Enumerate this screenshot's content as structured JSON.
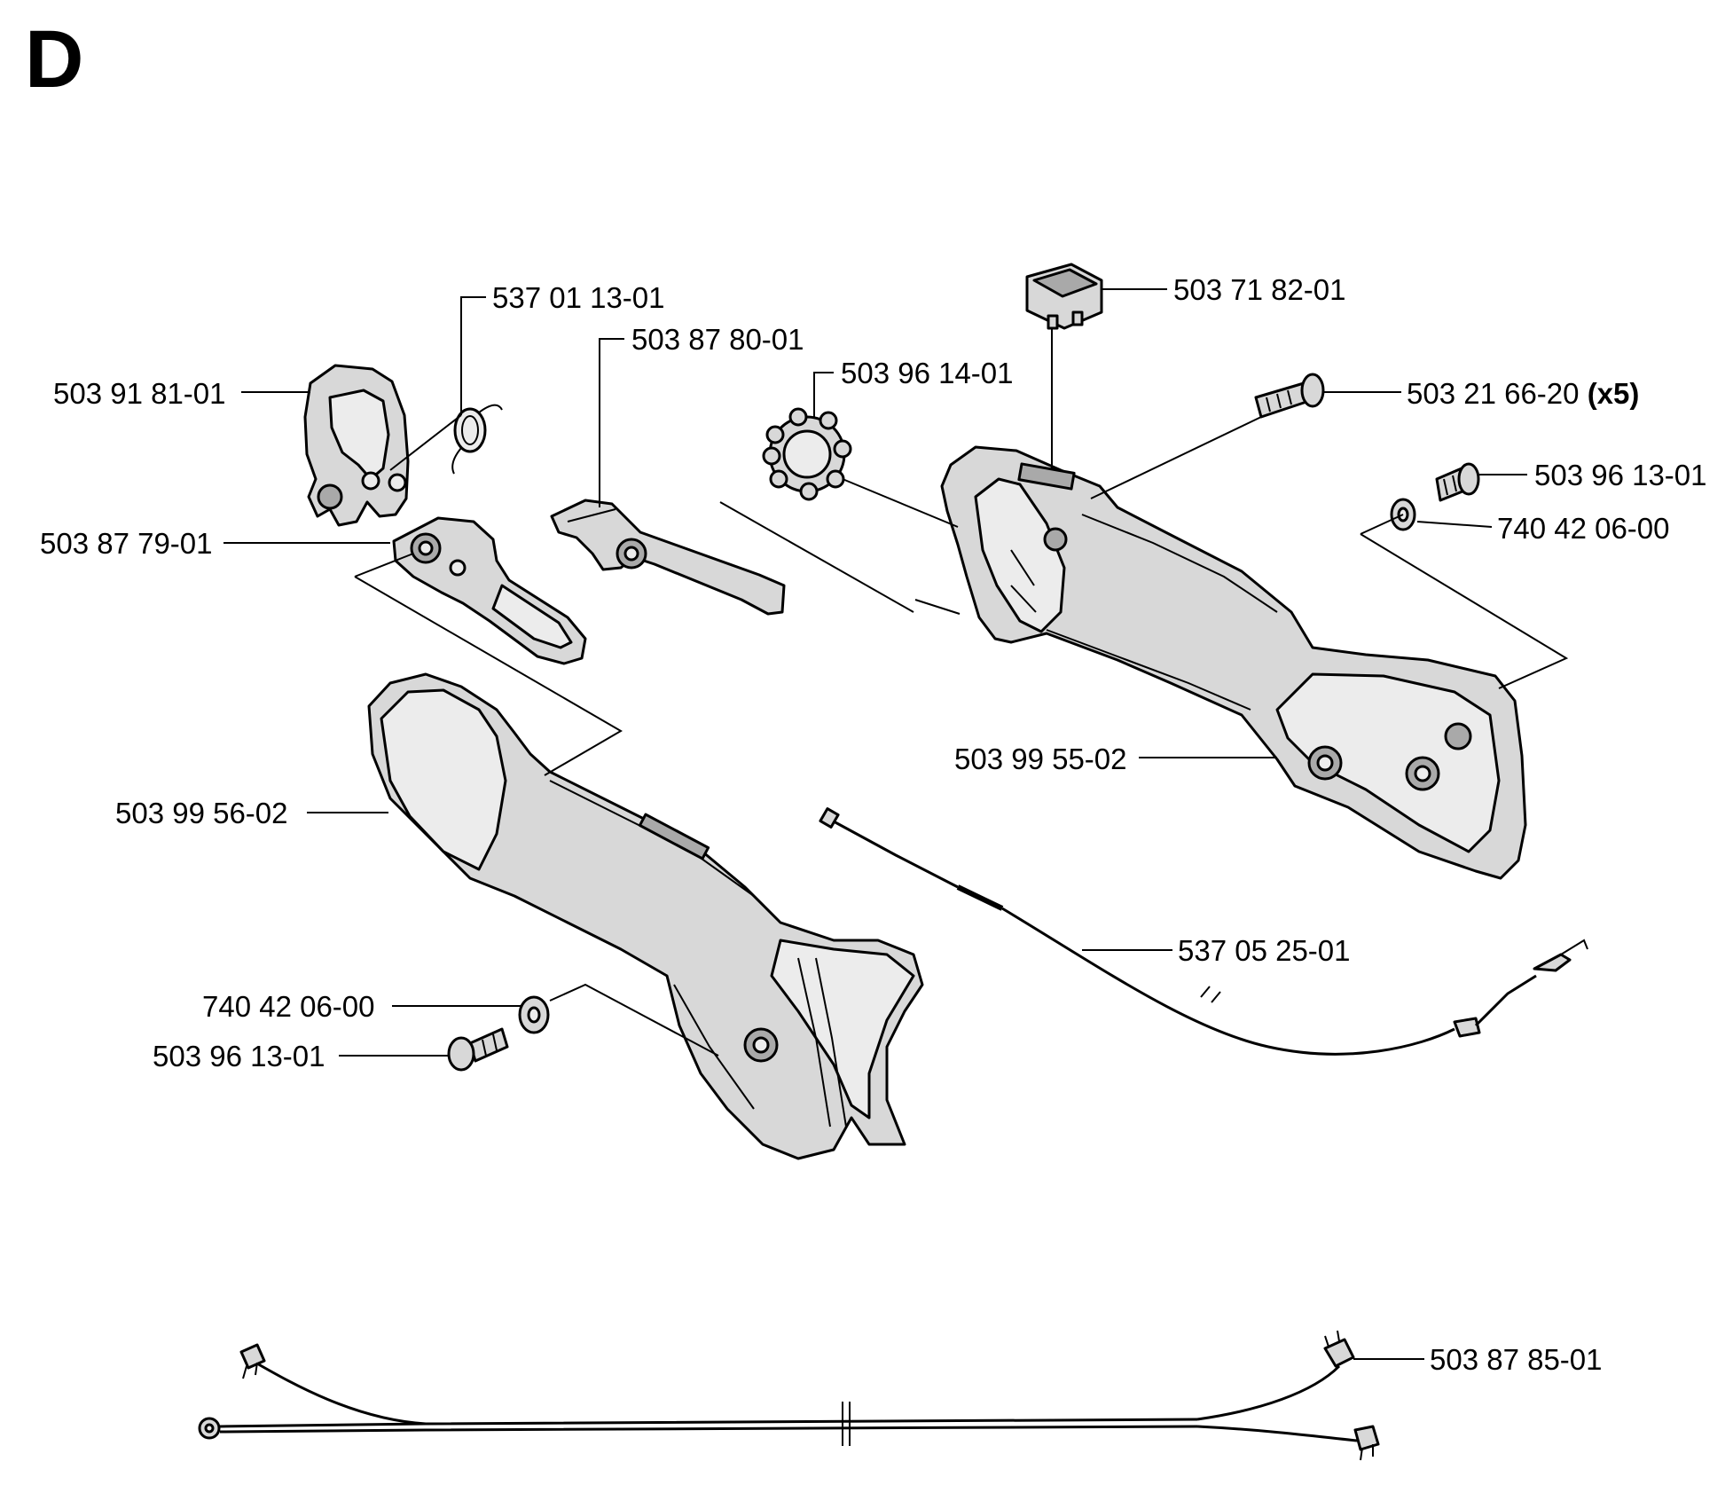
{
  "section_letter": "D",
  "parts": {
    "spring": "537 01 13-01",
    "lever_link": "503 87 80-01",
    "switch": "503 71 82-01",
    "bracket": "503 91 81-01",
    "ring_nut": "503 96 14-01",
    "screw_x5": "503 21 66-20",
    "screw_x5_qty": "(x5)",
    "screw_right": "503 96 13-01",
    "washer_right": "740 42 06-00",
    "throttle_trigger": "503 87 79-01",
    "right_handle_half": "503 99 55-02",
    "left_handle_half": "503 99 56-02",
    "throttle_cable": "537 05 25-01",
    "washer_left": "740 42 06-00",
    "screw_left": "503 96 13-01",
    "wire_harness": "503 87 85-01"
  }
}
